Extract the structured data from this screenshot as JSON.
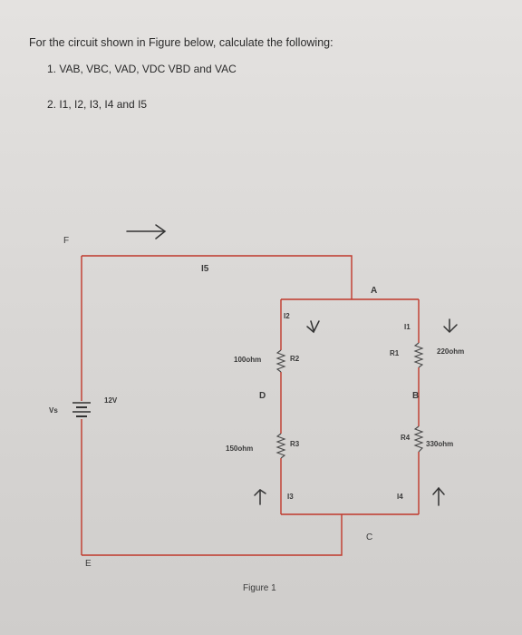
{
  "question": {
    "title": "For the circuit shown in Figure below, calculate the following:",
    "item1": "1.  VAB, VBC, VAD, VDC VBD and VAC",
    "item2": "2.  I1, I2, I3, I4 and I5"
  },
  "circuit": {
    "node_labels": {
      "F": "F",
      "A": "A",
      "B": "B",
      "C": "C",
      "D": "D",
      "E": "E"
    },
    "source": {
      "name": "Vs",
      "value": "12V"
    },
    "resistors": {
      "R1": {
        "name": "R1",
        "value": "220ohm"
      },
      "R2": {
        "name": "R2",
        "value": "100ohm"
      },
      "R3": {
        "name": "R3",
        "value": "150ohm"
      },
      "R4": {
        "name": "R4",
        "value": "330ohm"
      }
    },
    "currents": {
      "I1": "I1",
      "I2": "I2",
      "I3": "I3",
      "I4": "I4",
      "I5": "I5"
    }
  },
  "caption": "Figure 1",
  "colors": {
    "wire": "#c0392b",
    "ink": "#333333",
    "resistor": "#4a4a4a"
  }
}
